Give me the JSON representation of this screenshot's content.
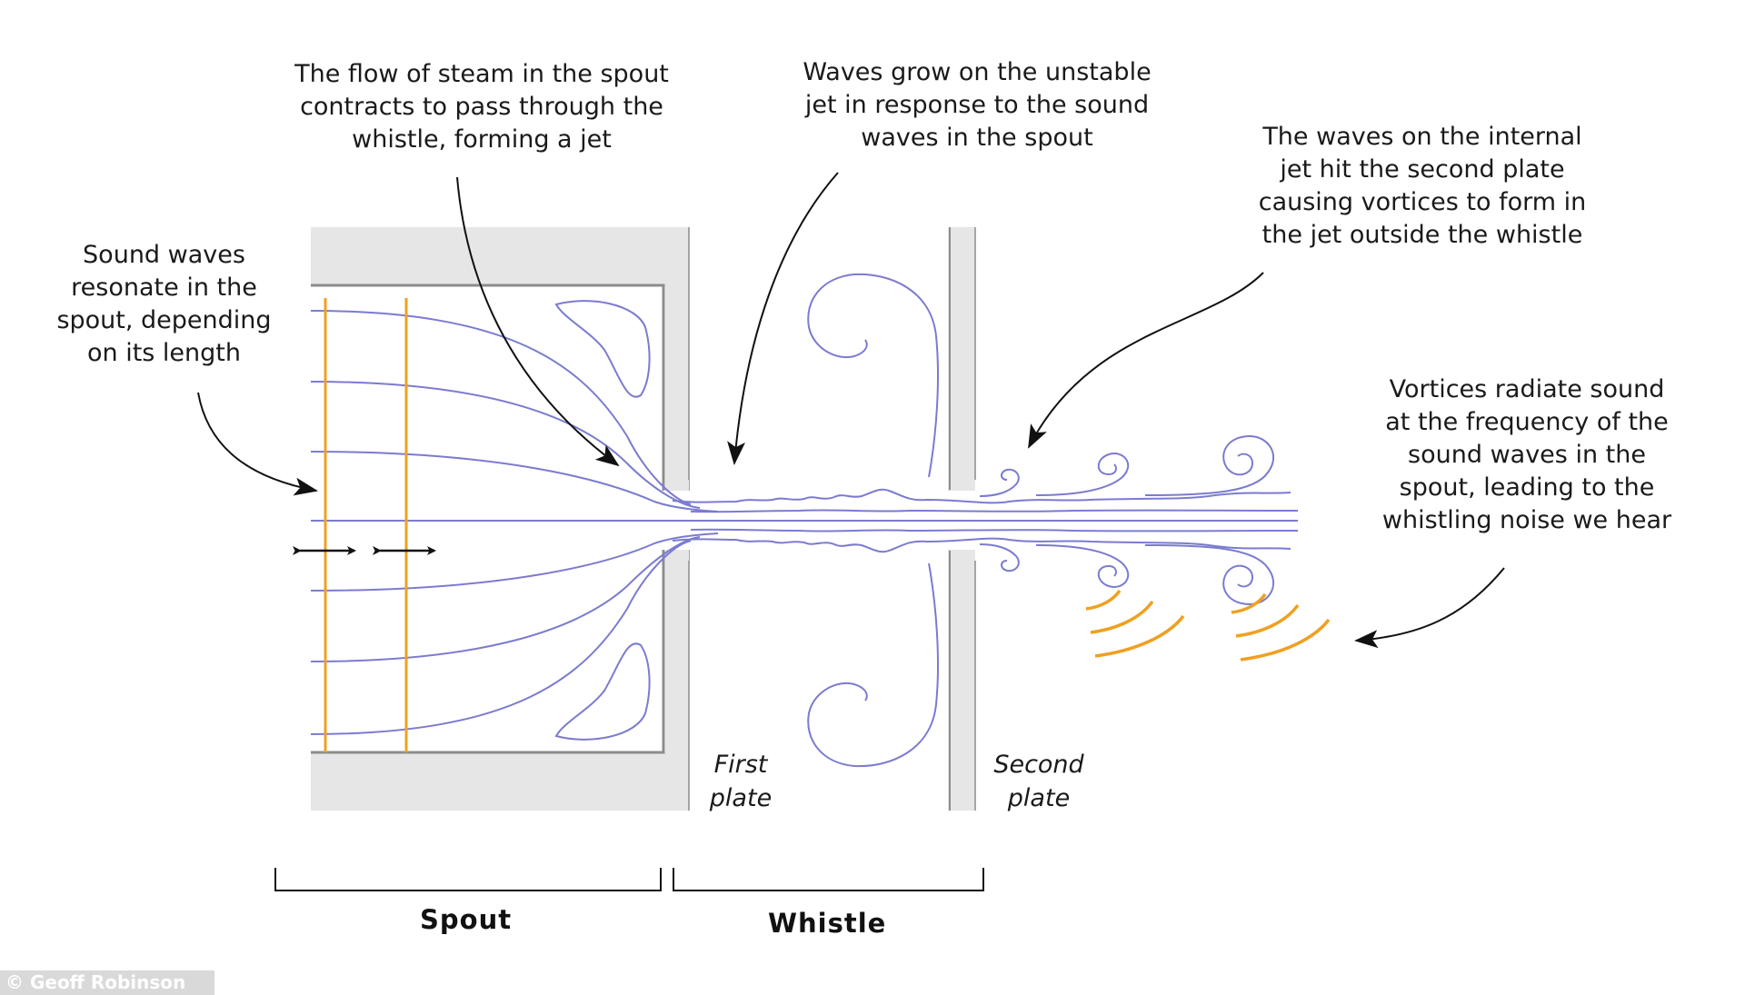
{
  "colors": {
    "streamline": "#7b7bd0",
    "wavefront": "#f0a020",
    "wall": "#e6e6e6",
    "wall_edge": "#8c8c8c",
    "arrow": "#111111",
    "text": "#1a1a1a",
    "credit_bg": "#d9d9d9"
  },
  "annotations": {
    "sound_waves": [
      "Sound waves",
      "resonate in the",
      "spout, depending",
      "on its length"
    ],
    "flow_of_steam": [
      "The flow of steam in the spout",
      "contracts to pass through the",
      "whistle, forming a jet"
    ],
    "waves_grow": [
      "Waves grow on the unstable",
      "jet in response to the sound",
      "waves in the spout"
    ],
    "waves_hit": [
      "The waves on the internal",
      "jet hit the second plate",
      "causing vortices to form in",
      "the jet outside the whistle"
    ],
    "vortices_radiate": [
      "Vortices radiate sound",
      "at the frequency of the",
      "sound waves in the",
      "spout, leading to the",
      "whistling noise we hear"
    ]
  },
  "plates": {
    "first": [
      "First",
      "plate"
    ],
    "second": [
      "Second",
      "plate"
    ]
  },
  "sections": {
    "spout": "Spout",
    "whistle": "Whistle"
  },
  "credit": "© Geoff Robinson",
  "icons": {
    "pointer_arrow": "arrow-icon",
    "double_arrow": "double-headed-arrow-icon",
    "sound_wave": "sound-wave-icon"
  }
}
